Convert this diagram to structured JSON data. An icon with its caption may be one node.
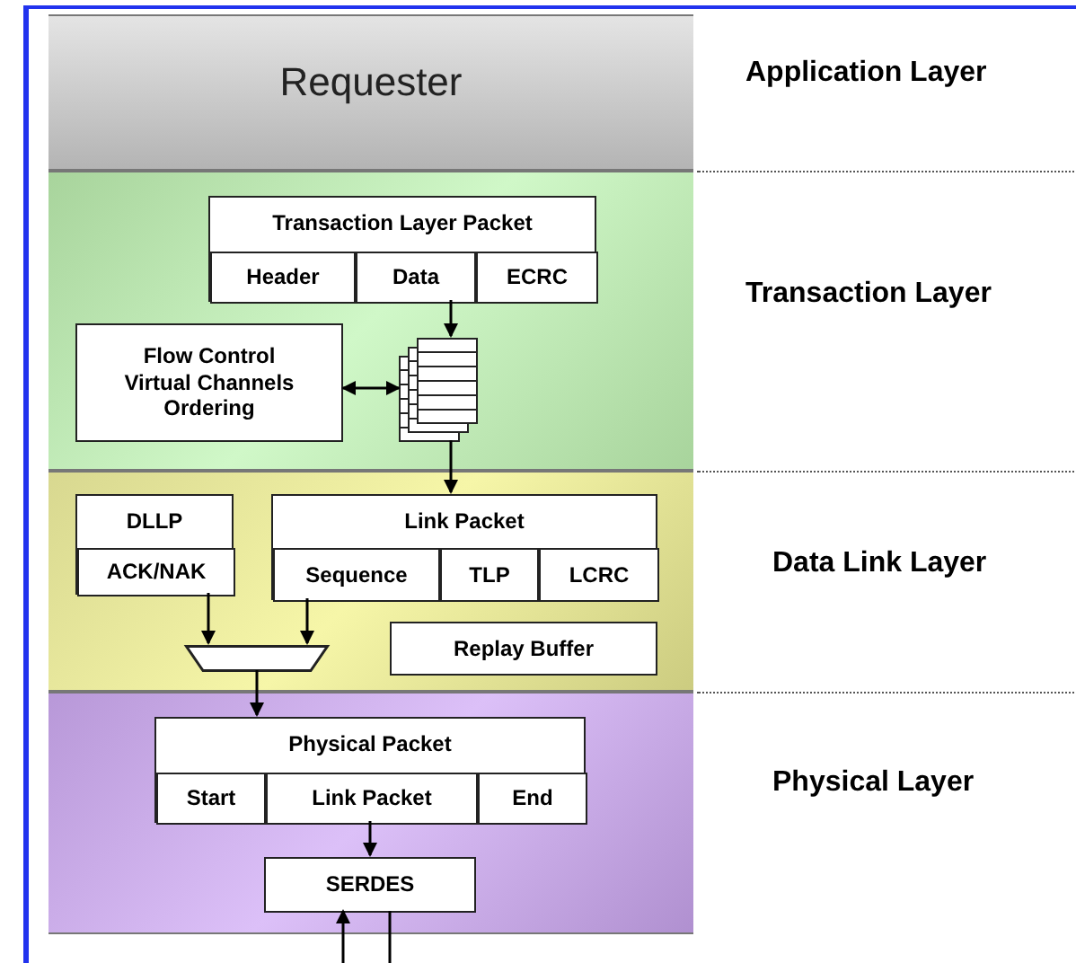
{
  "diagram": {
    "nodes": [
      {
        "text": [
          "Requester"
        ],
        "beside": [
          "Application Layer"
        ]
      },
      {
        "text": [],
        "shape": "band",
        "beside": [
          "Transaction Layer"
        ]
      },
      {
        "text": [],
        "shape": "band",
        "beside": [
          "Data Link Layer"
        ]
      },
      {
        "text": [],
        "shape": "band",
        "beside": [
          "Physical Layer"
        ]
      },
      {
        "text": [
          "Transaction Layer Packet"
        ],
        "in": 1
      },
      {
        "text": [
          "Header"
        ],
        "in": 4
      },
      {
        "text": [
          "Data"
        ],
        "in": 4
      },
      {
        "text": [
          "ECRC"
        ],
        "in": 4
      },
      {
        "text": [
          "Flow Control Virtual Channels Ordering"
        ],
        "in": 1
      },
      {
        "text": [],
        "shape": "picture",
        "in": 1
      },
      {
        "text": [
          "DLLP"
        ],
        "in": 2
      },
      {
        "text": [
          "ACK/NAK"
        ],
        "in": 10
      },
      {
        "text": [
          "Link Packet"
        ],
        "in": 2
      },
      {
        "text": [
          "Sequence"
        ],
        "in": 12
      },
      {
        "text": [
          "TLP"
        ],
        "in": 12
      },
      {
        "text": [
          "LCRC"
        ],
        "in": 12
      },
      {
        "text": [
          "Replay Buffer"
        ],
        "in": 2
      },
      {
        "text": [],
        "shape": "trapezoid",
        "in": 2
      },
      {
        "text": [
          "Physical Packet"
        ],
        "in": 3
      },
      {
        "text": [
          "Start"
        ],
        "in": 18
      },
      {
        "text": [
          "Link Packet"
        ],
        "in": 18
      },
      {
        "text": [
          "End"
        ],
        "in": 18
      },
      {
        "text": [
          "SERDES"
        ],
        "in": 3
      }
    ],
    "edges": [
      {
        "from": 4,
        "to": 9,
        "arrow": "to"
      },
      {
        "from": 8,
        "to": 9,
        "arrow": "both"
      },
      {
        "from": 9,
        "to": 12,
        "arrow": "to"
      },
      {
        "from": 10,
        "to": 17,
        "arrow": "to"
      },
      {
        "from": 12,
        "to": 17,
        "arrow": "to"
      },
      {
        "from": 17,
        "to": 18,
        "arrow": "to"
      },
      {
        "from": 18,
        "to": 22,
        "arrow": "to"
      },
      {
        "from": null,
        "to": 22,
        "arrow": "to"
      },
      {
        "from": 22,
        "to": null,
        "arrow": "none"
      }
    ]
  }
}
